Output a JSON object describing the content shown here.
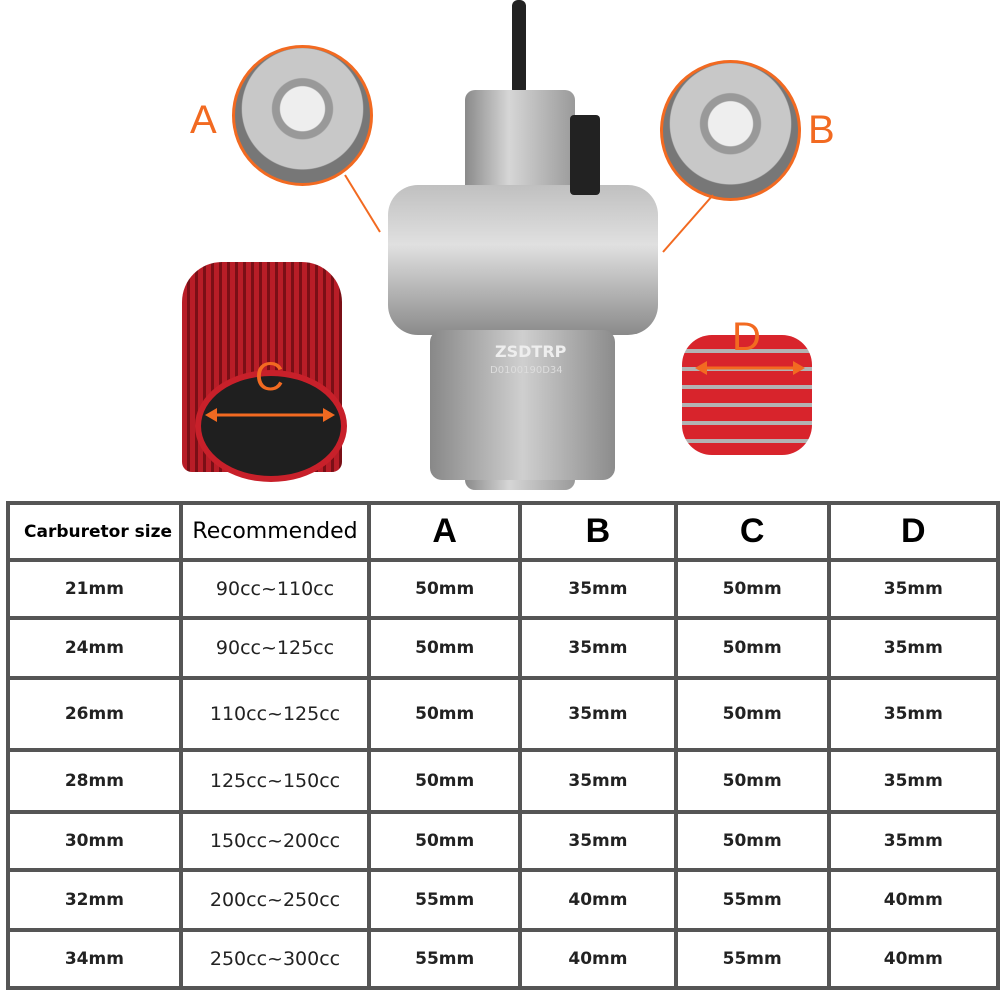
{
  "callouts": {
    "a": "A",
    "b": "B",
    "c": "C",
    "d": "D"
  },
  "brand": {
    "logo": "ZSDTRP",
    "serial": "D0100190D34"
  },
  "table": {
    "headers": [
      "Carburetor size",
      "Recommended",
      "A",
      "B",
      "C",
      "D"
    ],
    "rows": [
      [
        "21mm",
        "90cc~110cc",
        "50mm",
        "35mm",
        "50mm",
        "35mm"
      ],
      [
        "24mm",
        "90cc~125cc",
        "50mm",
        "35mm",
        "50mm",
        "35mm"
      ],
      [
        "26mm",
        "110cc~125cc",
        "50mm",
        "35mm",
        "50mm",
        "35mm"
      ],
      [
        "28mm",
        "125cc~150cc",
        "50mm",
        "35mm",
        "50mm",
        "35mm"
      ],
      [
        "30mm",
        "150cc~200cc",
        "50mm",
        "35mm",
        "50mm",
        "35mm"
      ],
      [
        "32mm",
        "200cc~250cc",
        "55mm",
        "40mm",
        "55mm",
        "40mm"
      ],
      [
        "34mm",
        "250cc~300cc",
        "55mm",
        "40mm",
        "55mm",
        "40mm"
      ]
    ]
  },
  "colors": {
    "accent": "#f26a21",
    "filter": "#c8202a"
  }
}
